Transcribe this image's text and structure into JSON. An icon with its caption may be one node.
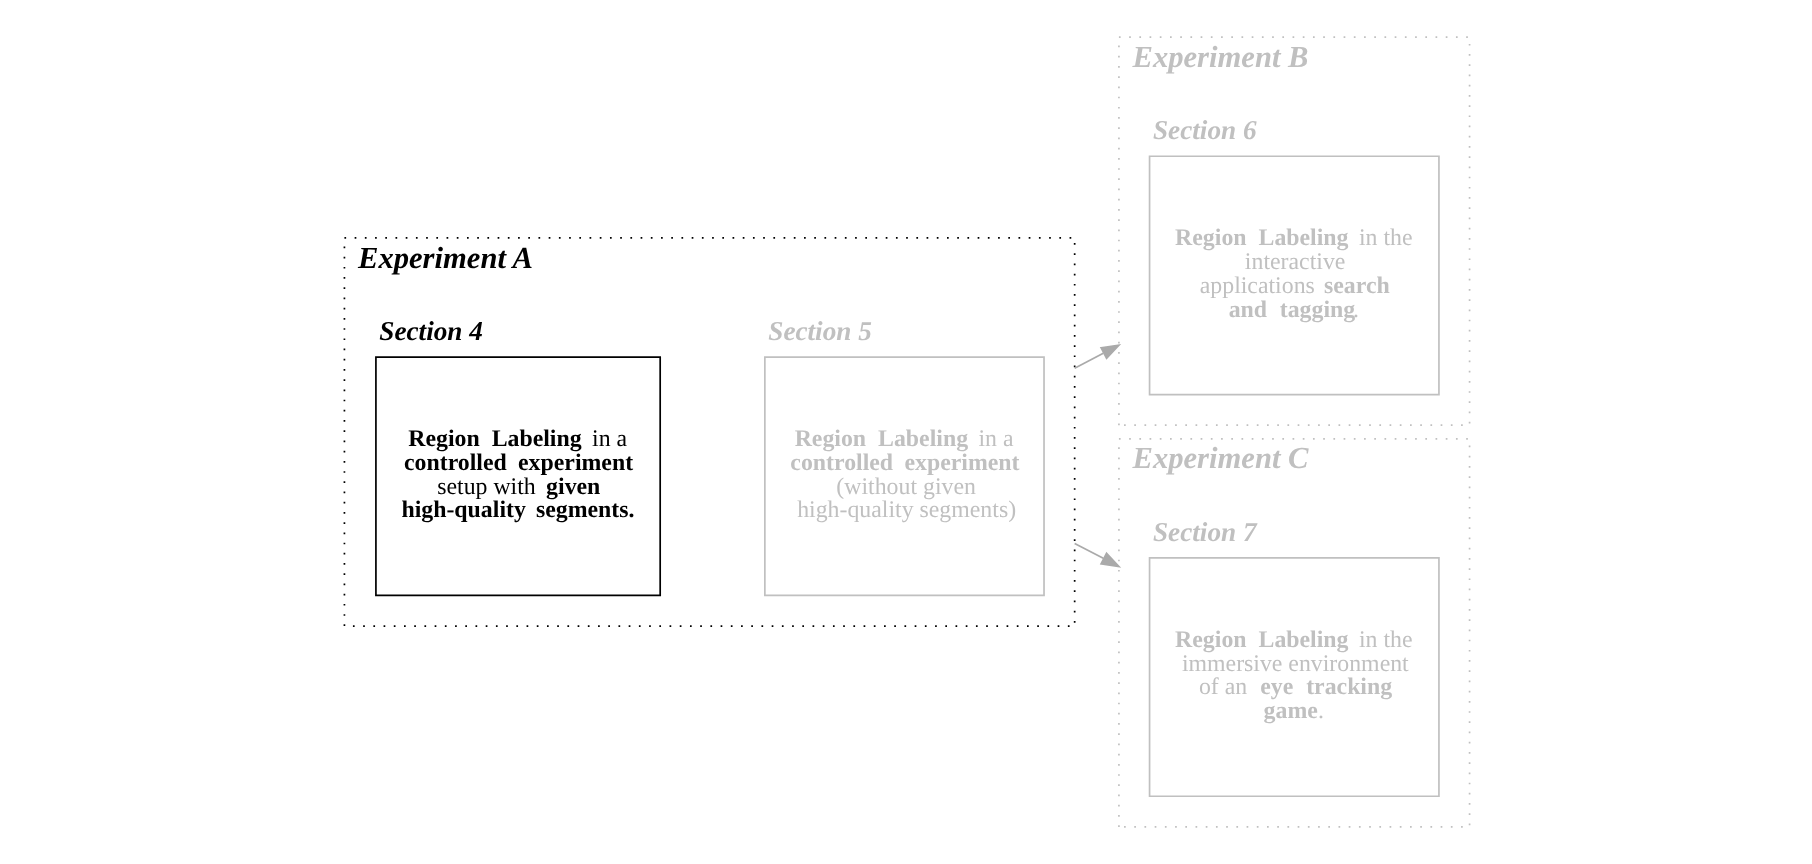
{
  "diagram": {
    "nodes": [
      {
        "text": [
          "Experiment A"
        ]
      },
      {
        "text": [
          "Section 4",
          "**Region Labeling** in a **controlled experiment** setup with **given high-quality segments.**"
        ],
        "in": 0
      },
      {
        "text": [
          "Section 5",
          "**Region Labeling** in a **controlled experiment** (without given high-quality segments)"
        ],
        "in": 0
      },
      {
        "text": [
          "Experiment B"
        ]
      },
      {
        "text": [
          "Section 6",
          "**Region Labeling** in the interactive applications **search and tagging**."
        ],
        "in": 3
      },
      {
        "text": [
          "Experiment C"
        ]
      },
      {
        "text": [
          "Section 7",
          "**Region Labeling** in the immersive environment of an **eye tracking game**."
        ],
        "in": 5
      }
    ],
    "edges": [
      {
        "from": 0,
        "to": 3,
        "arrow": "to"
      },
      {
        "from": 0,
        "to": 5,
        "arrow": "to"
      }
    ]
  }
}
